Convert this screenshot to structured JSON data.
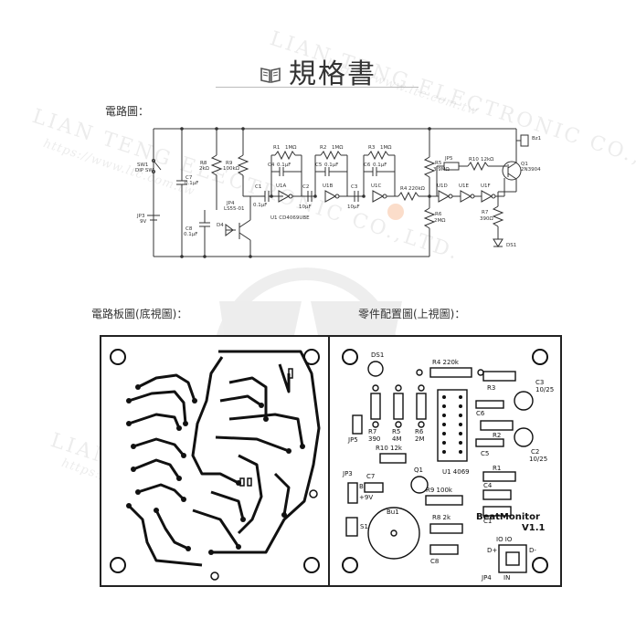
{
  "page": {
    "title": "規格書",
    "schematic_label": "電路圖：",
    "pcb_bottom_label": "電路板圖(底視圖)：",
    "component_label": "零件配置圖(上視圖)："
  },
  "watermark": {
    "company": "LIAN TENG ELECTRONIC CO.,LTD.",
    "url": "https://www.ltc.com.tw"
  },
  "schematic": {
    "switch_ref": "SW1",
    "switch_val": "DIP SW",
    "battery_ref": "JP3",
    "battery_val": "9V",
    "r8_ref": "R8",
    "r8_val": "2kΩ",
    "r9_ref": "R9",
    "r9_val": "100kΩ",
    "c7_ref": "C7",
    "c7_val": "0.1μF",
    "c8_ref": "C8",
    "c8_val": "0.1μF",
    "jp4_ref": "JP4",
    "jp4_val": "LS55-01",
    "d4_ref": "D4",
    "c1_ref": "C1",
    "c1_val": "0.1μF",
    "r1_ref": "R1",
    "r1_val": "1MΩ",
    "r2_ref": "R2",
    "r2_val": "1MΩ",
    "r3_ref": "R3",
    "r3_val": "1MΩ",
    "c4_ref": "C4",
    "c4_val": "0.1μF",
    "c5_ref": "C5",
    "c5_val": "0.1μF",
    "c6_ref": "C6",
    "c6_val": "0.1μF",
    "c2_ref": "C2",
    "c2_val": "10μF",
    "c3_ref": "C3",
    "c3_val": "10μF",
    "u1a": "U1A",
    "u1b": "U1B",
    "u1c": "U1C",
    "u1d": "U1D",
    "u1e": "U1E",
    "u1f": "U1F",
    "u1_val": "U1 CD4069UBE",
    "r5_ref": "R5",
    "r5_val": "3.9MΩ",
    "r4_ref": "R4",
    "r4_val": "220kΩ",
    "r6_ref": "R6",
    "r6_val": "2MΩ",
    "jp5_ref": "JP5",
    "r10_ref": "R10",
    "r10_val": "12kΩ",
    "q1_ref": "Q1",
    "q1_val": "2N3904",
    "r7_ref": "R7",
    "r7_val": "390Ω",
    "ds1_ref": "DS1",
    "bz1_ref": "Bz1"
  },
  "layout_pcb": {
    "board_name": "BeatMonitor",
    "version": "V1.1",
    "ds1": "DS1",
    "r4": "R4  220k",
    "r3": "R3",
    "c3": "C3",
    "c3_val": "10/25",
    "r7": "R7",
    "r7_val": "390",
    "r5": "R5",
    "r5_val": "4M",
    "r6": "R6",
    "r6_val": "2M",
    "jp5": "JP5",
    "c6": "C6",
    "r2": "R2",
    "c2": "C2",
    "c2_val": "10/25",
    "c5": "C5",
    "r10": "R10  12k",
    "u1": "U1  4069",
    "r1": "R1",
    "c4": "C4",
    "jp3": "JP3",
    "jp3_b": "B",
    "jp3_pos": "+9V",
    "c7": "C7",
    "q1": "Q1",
    "r9": "R9  100k",
    "c1": "C1",
    "s1": "S1",
    "bz1": "Bu1",
    "r8": "R8  2k",
    "c8": "C8",
    "jp4": "JP4",
    "jp4_pins": "IO IO",
    "jp4_in": "IN",
    "jp4_dplus": "D+",
    "jp4_dminus": "D-"
  }
}
